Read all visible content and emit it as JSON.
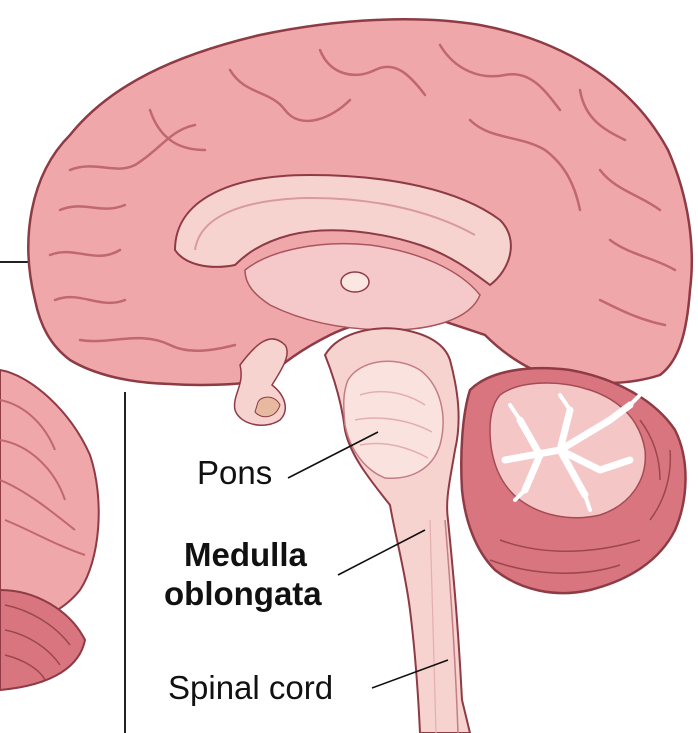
{
  "labels": {
    "pons": "Pons",
    "medulla_line1": "Medulla",
    "medulla_line2": "oblongata",
    "spinal_cord": "Spinal cord"
  },
  "colors": {
    "cortex": "#f0a7aa",
    "cortex_outline": "#8e3b45",
    "gyrus_line": "#c0676f",
    "inner_tissue": "#f5c9c9",
    "brainstem": "#f7d3cf",
    "cerebellum": "#d9757f",
    "arbor_vitae": "#ffffff",
    "label_text": "#111111",
    "frame_line": "#222222"
  }
}
